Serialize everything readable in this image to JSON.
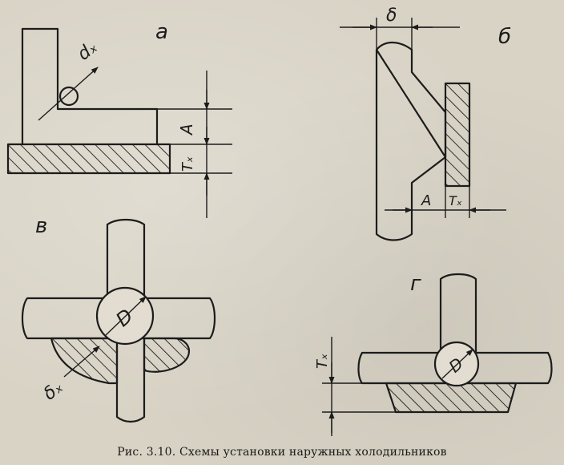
{
  "figure": {
    "caption": "Рис. 3.10. Схемы установки наружных холодильников"
  },
  "panels": {
    "a": {
      "letter": "а",
      "chill_size_label": "dₓ",
      "dimension_a_label": "А",
      "dimension_t_label": "Tₓ"
    },
    "b": {
      "letter": "б",
      "thickness_label": "δ",
      "dimension_a_label": "А",
      "dimension_t_label": "Tₓ"
    },
    "v": {
      "letter": "в",
      "diameter_label": "D",
      "chill_size_label": "δₓ"
    },
    "g": {
      "letter": "г",
      "diameter_label": "D",
      "dimension_t_label": "Tₓ"
    }
  },
  "colors": {
    "ink": "#1c1c1c",
    "paper": "#d8d3c5"
  }
}
